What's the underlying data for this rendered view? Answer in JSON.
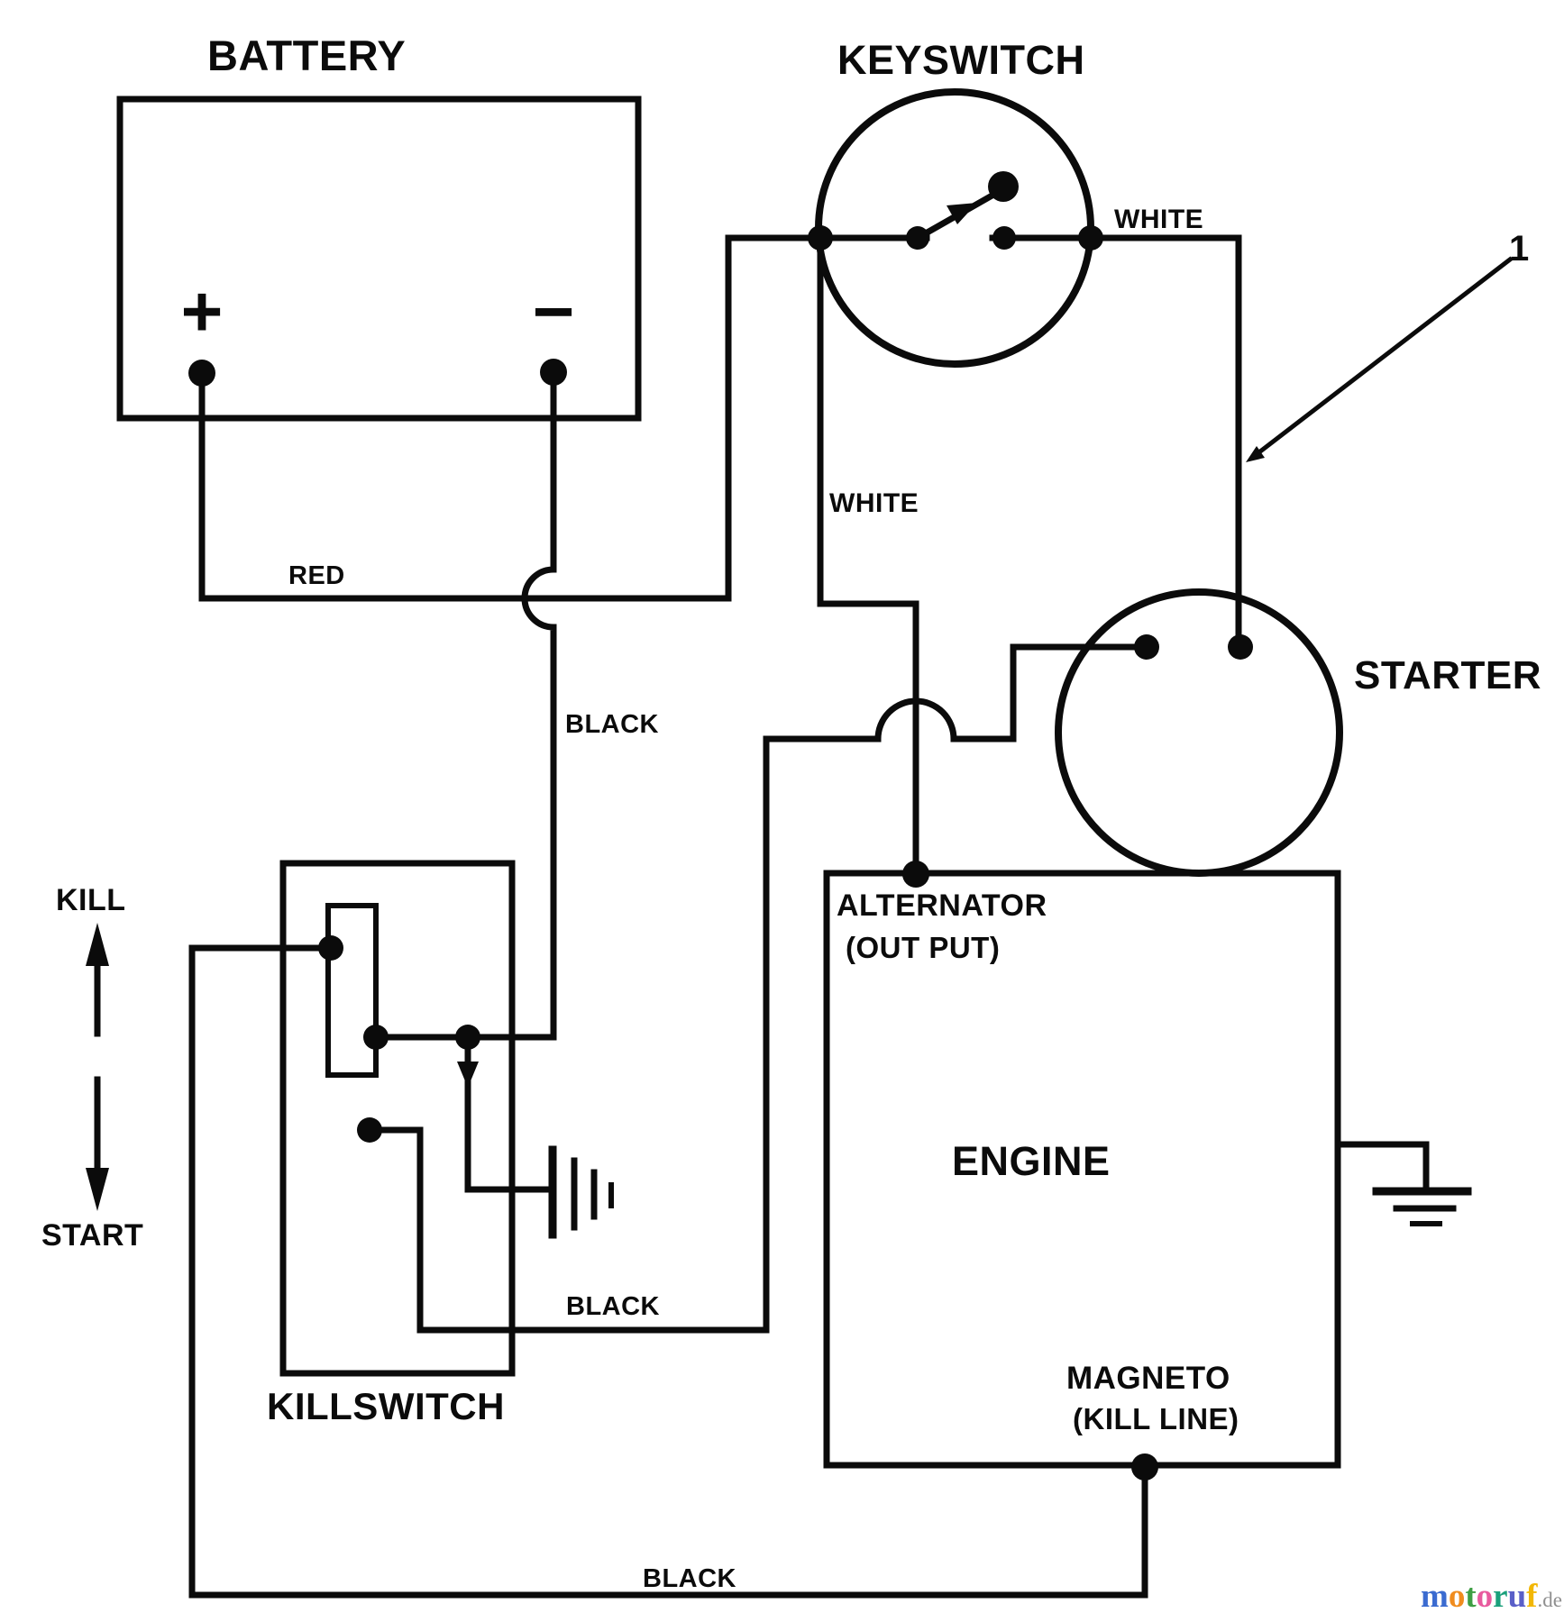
{
  "colors": {
    "line": "#0b0b0b",
    "background": "#ffffff",
    "watermark_suffix": "#8f8f8f"
  },
  "components": {
    "battery": {
      "label": "BATTERY",
      "plus": "+",
      "minus": "−"
    },
    "keyswitch": {
      "label": "KEYSWITCH"
    },
    "starter": {
      "label": "STARTER"
    },
    "engine": {
      "label": "ENGINE",
      "alternator": "ALTERNATOR",
      "alternator_sub": "(OUT PUT)",
      "magneto": "MAGNETO",
      "magneto_sub": "(KILL LINE)"
    },
    "killswitch": {
      "label": "KILLSWITCH",
      "position_up": "KILL",
      "position_down": "START"
    }
  },
  "wire_labels": {
    "red": "RED",
    "battery_black": "BLACK",
    "alternator_white": "WHITE",
    "starter_white": "WHITE",
    "killswitch_black": "BLACK",
    "magneto_black": "BLACK"
  },
  "callout": {
    "number": "1"
  },
  "watermark": {
    "letters": [
      {
        "ch": "m",
        "color": "#3b6bd0"
      },
      {
        "ch": "o",
        "color": "#f08c1e"
      },
      {
        "ch": "t",
        "color": "#3f9e44"
      },
      {
        "ch": "o",
        "color": "#e85a9e"
      },
      {
        "ch": "r",
        "color": "#1ba07c"
      },
      {
        "ch": "u",
        "color": "#5a5fc8"
      },
      {
        "ch": "f",
        "color": "#f2b705"
      }
    ],
    "suffix": ".de"
  }
}
